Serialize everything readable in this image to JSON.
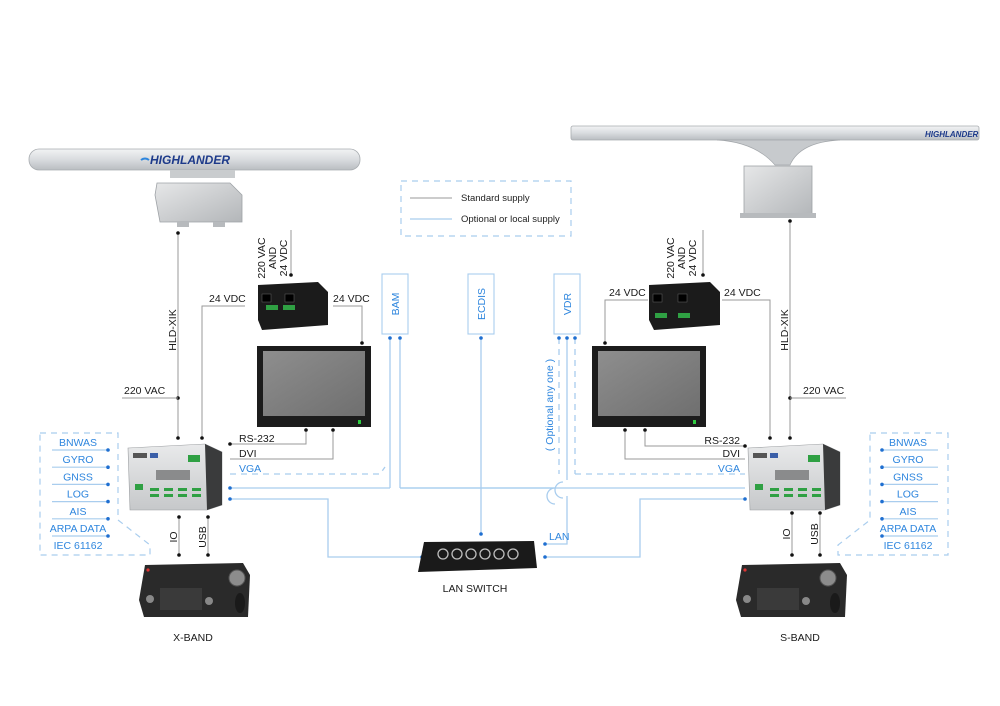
{
  "legend": {
    "standard": "Standard supply",
    "optional": "Optional or local supply"
  },
  "brand": "HIGHLANDER",
  "left_system": {
    "band_label": "X-BAND",
    "cable": "HLD-XIK",
    "power_in": "220 VAC",
    "psu_input": [
      "220 VAC",
      "AND",
      "24 VDC"
    ],
    "psu_out_left": "24 VDC",
    "psu_out_right": "24 VDC",
    "video_links": [
      "RS-232",
      "DVI",
      "VGA"
    ],
    "kbd_links": [
      "IO",
      "USB"
    ],
    "sensors": [
      "BNWAS",
      "GYRO",
      "GNSS",
      "LOG",
      "AIS",
      "ARPA DATA",
      "IEC 61162"
    ]
  },
  "right_system": {
    "band_label": "S-BAND",
    "cable": "HLD-XIK",
    "power_in": "220 VAC",
    "psu_input": [
      "220 VAC",
      "AND",
      "24 VDC"
    ],
    "psu_out_left": "24 VDC",
    "psu_out_right": "24 VDC",
    "video_links": [
      "RS-232",
      "DVI",
      "VGA"
    ],
    "kbd_links": [
      "IO",
      "USB"
    ],
    "sensors": [
      "BNWAS",
      "GYRO",
      "GNSS",
      "LOG",
      "AIS",
      "ARPA DATA",
      "IEC 61162"
    ]
  },
  "external": {
    "bam": "BAM",
    "ecdis": "ECDIS",
    "vdr": "VDR",
    "optional_note": "( Optional any one )"
  },
  "lan": {
    "label": "LAN",
    "switch_label": "LAN SWITCH"
  }
}
